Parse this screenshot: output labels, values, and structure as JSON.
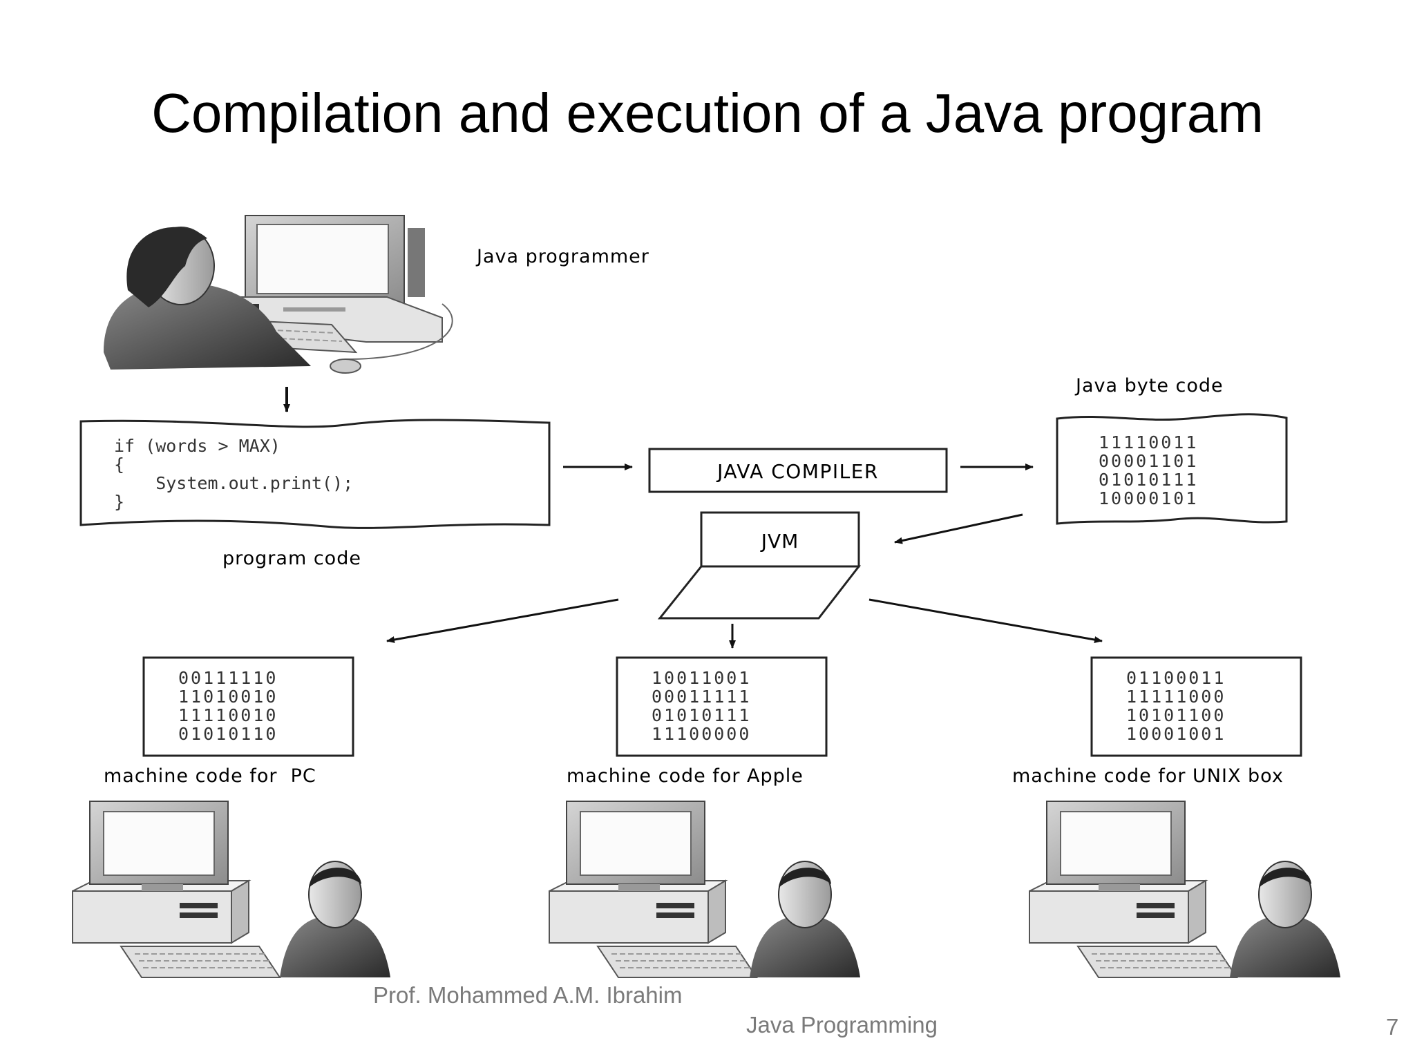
{
  "slide": {
    "title": "Compilation and execution of a Java program",
    "footer_author": "Prof. Mohammed A.M. Ibrahim",
    "footer_course": "Java Programming",
    "page_number": "7"
  },
  "diagram": {
    "programmer_label": "Java programmer",
    "code_lines": [
      "if  (words  >  MAX)",
      "{",
      "    System.out.print();",
      "}"
    ],
    "program_code_label": "program code",
    "compiler_label": "JAVA COMPILER",
    "bytecode_label": "Java byte code",
    "bytecode_lines": [
      "11110011",
      "00001101",
      "01010111",
      "10000101"
    ],
    "jvm_label": "JVM",
    "targets": [
      {
        "label": "machine code for  PC",
        "bits": [
          "00111110",
          "11010010",
          "11110010",
          "01010110"
        ]
      },
      {
        "label": "machine code for Apple",
        "bits": [
          "10011001",
          "00011111",
          "01010111",
          "11100000"
        ]
      },
      {
        "label": "machine code for UNIX box",
        "bits": [
          "01100011",
          "11111000",
          "10101100",
          "10001001"
        ]
      }
    ]
  }
}
